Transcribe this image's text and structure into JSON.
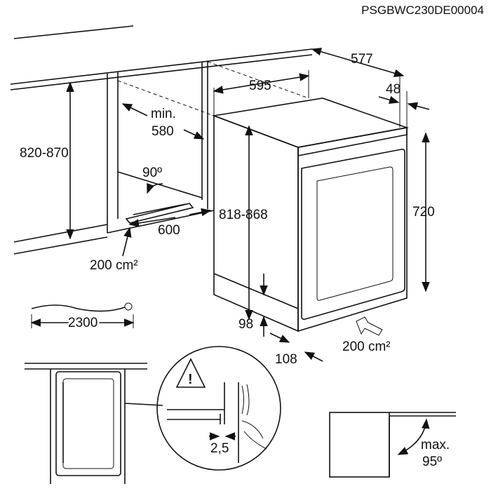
{
  "document_code": "PSGBWC230DE00004",
  "dimensions": {
    "depth_total": "577",
    "width": "595",
    "door_depth": "48",
    "niche_depth_prefix": "min.",
    "niche_depth": "580",
    "niche_height": "820-870",
    "angle": "90º",
    "height_adjust": "818-868",
    "cabinet_height": "720",
    "vent_depth": "600",
    "vent_area_left": "200 cm²",
    "cable_length": "2300",
    "plinth_height": "98",
    "plinth_depth": "108",
    "vent_area_right": "200 cm²",
    "gap": "2,5",
    "door_opening_prefix": "max.",
    "door_opening": "95º"
  }
}
